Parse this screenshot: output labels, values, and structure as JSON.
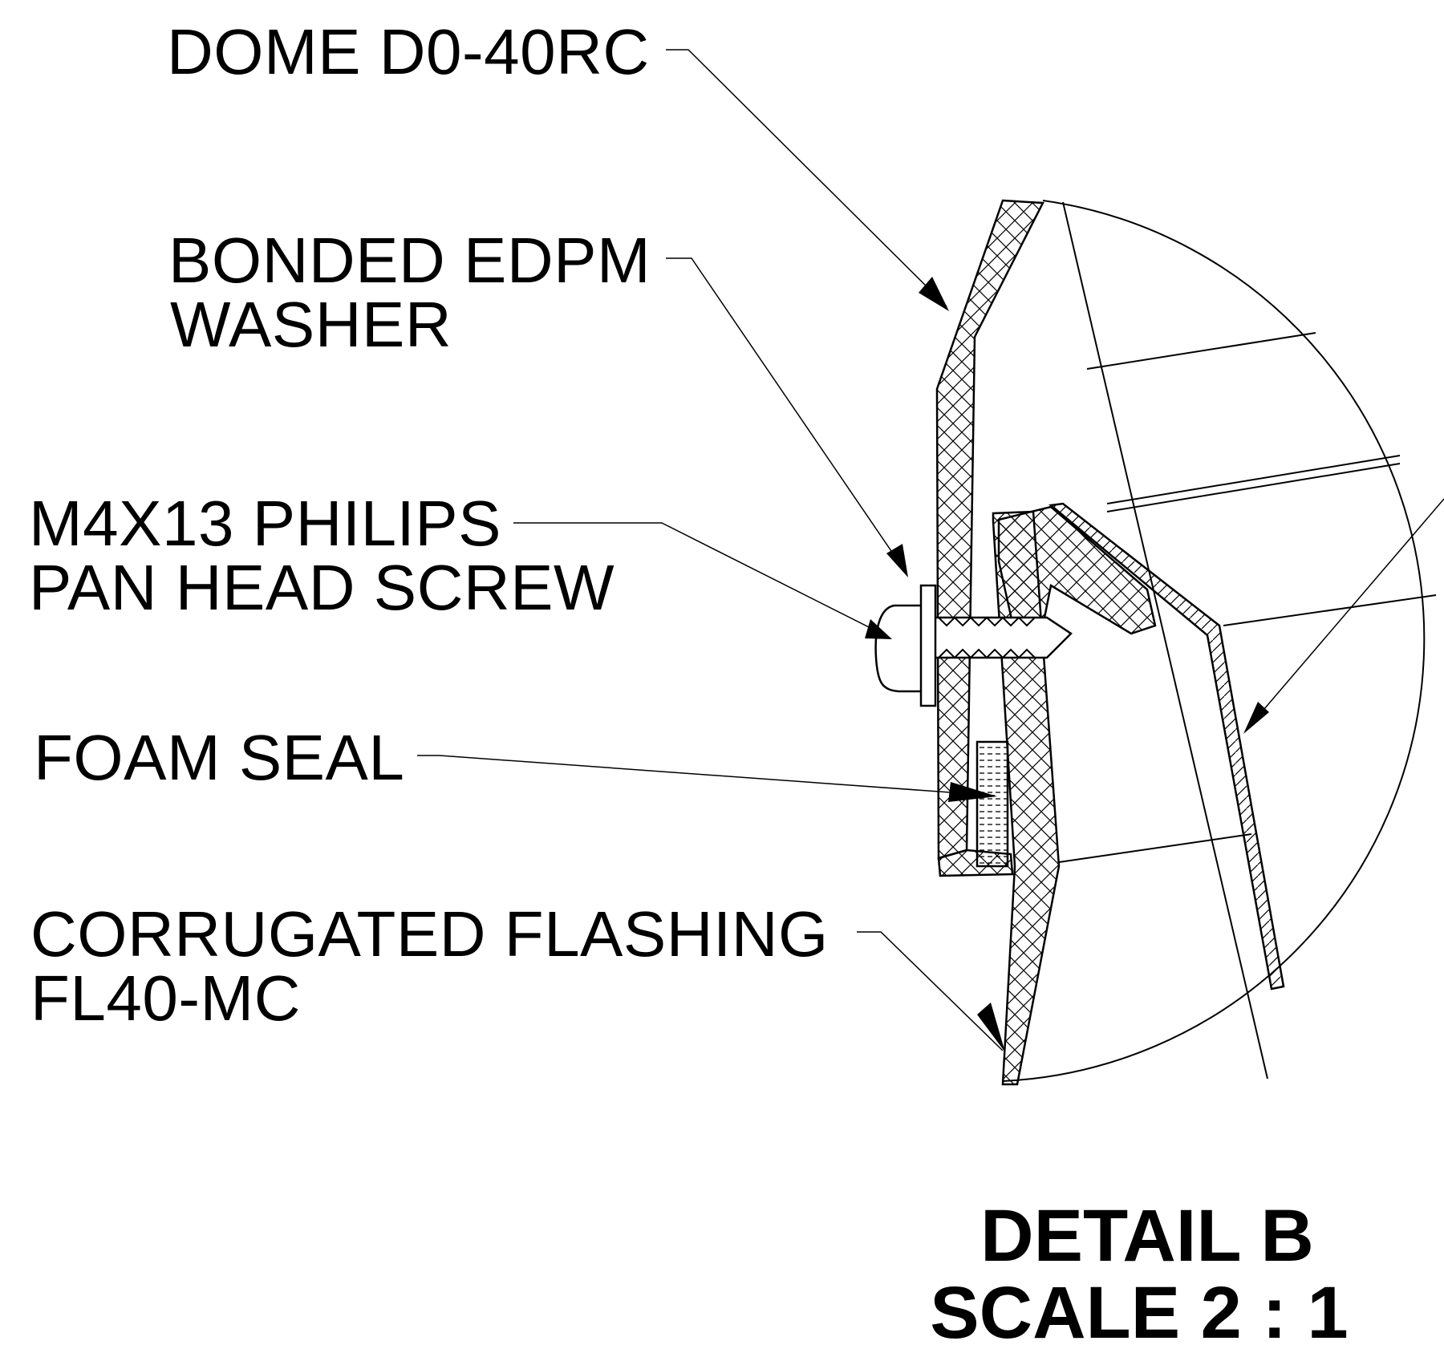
{
  "labels": {
    "dome": "DOME D0-40RC",
    "washer_line1": "BONDED EDPM",
    "washer_line2": "WASHER",
    "screw_line1": "M4X13 PHILIPS",
    "screw_line2": "PAN HEAD SCREW",
    "foam": "FOAM SEAL",
    "flashing_line1": "CORRUGATED FLASHING",
    "flashing_line2": "FL40-MC"
  },
  "title": {
    "line1": "DETAIL B",
    "line2": "SCALE 2 : 1"
  }
}
